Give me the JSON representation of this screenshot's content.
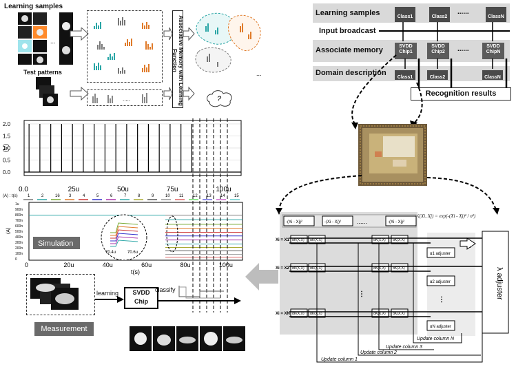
{
  "top_left": {
    "learning_samples": "Learning samples",
    "test_patterns": "Test patterns",
    "assoc_memory_vertical": "Associative Memory with Learning Function",
    "question": "?",
    "ellipsis": "....."
  },
  "top_right": {
    "learning_samples": "Learning samples",
    "input_broadcast": "Input broadcast",
    "associate_memory": "Associate memory",
    "domain_description": "Domain description",
    "recognition_results": "Recognition results",
    "class_labels": [
      "Class1",
      "Class2",
      "ClassN"
    ],
    "chip_labels": [
      "SVDD Chip1",
      "SVDD Chip2",
      "SVDD ChipN"
    ],
    "dots": "......"
  },
  "plot_top": {
    "ylabel": "(V)",
    "yticks": [
      "2.0",
      "1.5",
      "1.0",
      "0.5",
      "0.0"
    ],
    "xticks": [
      "0.0",
      "25u",
      "50u",
      "75u",
      "100u"
    ],
    "pulse_times": [
      2.5,
      8,
      13.5,
      19,
      24.5,
      30,
      35.5,
      41,
      46.5,
      52,
      57.5,
      63,
      68.5,
      74,
      79.5,
      85
    ]
  },
  "plot_bottom": {
    "legend_title": "(A) : t(s)",
    "legend_numbers": [
      "1",
      "2",
      "16",
      "3",
      "4",
      "5",
      "6",
      "7",
      "8",
      "9",
      "10",
      "11",
      "12",
      "13",
      "14",
      "15"
    ],
    "ylabel": "(A)",
    "yticks": [
      "1u",
      "900n",
      "800n",
      "700n",
      "600n",
      "500n",
      "400n",
      "300n",
      "200n",
      "100n",
      "0"
    ],
    "xticks": [
      "0",
      "20u",
      "40u",
      "60u",
      "80u",
      "100u"
    ],
    "xlabel": "t(s)",
    "inset_ticks": [
      "70.4u",
      "70.6u"
    ],
    "simulation": "Simulation"
  },
  "bottom_left": {
    "learning": "learning",
    "svdd_chip": "SVDD Chip",
    "classify": "classify",
    "measurement": "Measurement"
  },
  "circuit": {
    "kernel_formula": "K(Xi, Xj) = exp(-(Xi - Xj)² / σ²)",
    "norm_label": "-(Xi - Xj)²",
    "rows": [
      "Xi = X1",
      "Xi = X2",
      "Xi = XN"
    ],
    "adjusters": [
      "α1 adjuster",
      "α2 adjuster",
      "αN adjuster"
    ],
    "lambda": "λ",
    "lambda_adjuster": "λ adjuster",
    "updates": [
      "Update column N",
      "Update column 3",
      "Update column 2",
      "Update column 1"
    ],
    "dots": "......"
  },
  "colors": {
    "band": "#d9d9d9",
    "chip": "#4a4a4a",
    "accent_orange": "#e07b2a",
    "accent_teal": "#2aa6a6",
    "arrow_gray": "#bdbdbd"
  }
}
